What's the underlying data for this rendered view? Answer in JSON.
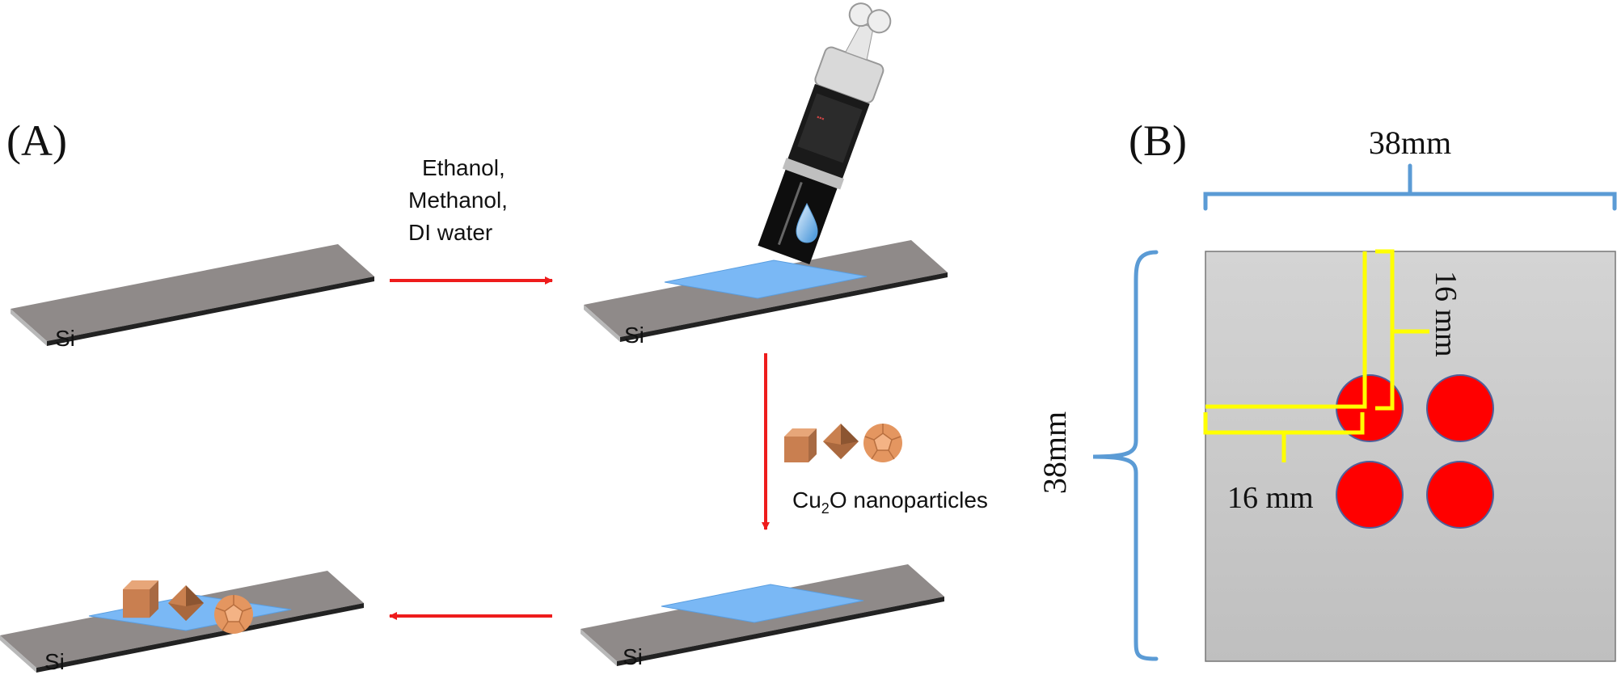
{
  "panel_a": {
    "label": "(A)",
    "solvents": [
      "Ethanol,",
      "Methanol,",
      "DI water"
    ],
    "substrate_label": "Si",
    "nanoparticles_label_main": "Cu",
    "nanoparticles_label_sub": "2",
    "nanoparticles_label_rest": "O nanoparticles"
  },
  "panel_b": {
    "label": "(B)",
    "top_dimension": "38mm",
    "side_dimension": "38mm",
    "vertical_spacing": "16 mm",
    "horizontal_spacing": "16 mm"
  },
  "colors": {
    "arrow": "#ee1c1c",
    "substrate_top": "#8f8a89",
    "well_liquid": "#7ab8f5",
    "nanoparticle": "#d98b55",
    "red_spot": "#ff0000",
    "yellow_marker": "#ffff00",
    "bracket_blue": "#5b9bd5",
    "plate_gray": "#cccccc"
  },
  "icons": [
    "pipette-icon",
    "droplet-icon",
    "cube-icon",
    "octahedron-icon",
    "dodecahedron-icon"
  ]
}
